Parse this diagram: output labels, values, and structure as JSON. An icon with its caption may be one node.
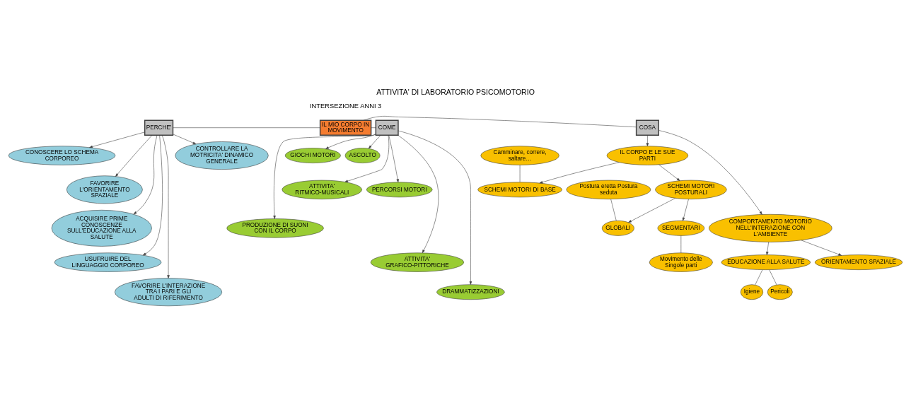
{
  "diagram": {
    "title": "ATTIVITA' DI LABORATORIO PSICOMOTORIO",
    "labels": [
      "INTERSEZIONE ANNI 3"
    ],
    "nodes": [
      {
        "text": [
          "IL MIO CORPO IN MOVIMENTO"
        ]
      },
      {
        "text": [
          "PERCHE'"
        ]
      },
      {
        "text": [
          "COSA"
        ]
      },
      {
        "text": [
          "COME"
        ]
      },
      {
        "text": [
          "CONTROLLARE LA MOTRICITA' DINAMICO GENERALE"
        ]
      },
      {
        "text": [
          "CONOSCERE LO SCHEMA CORPOREO"
        ]
      },
      {
        "text": [
          "FAVORIRE L'ORIENTAMENTO SPAZIALE"
        ]
      },
      {
        "text": [
          "ACQUISIRE PRIME CONOSCENZE SULL'EDUCAZIONE ALLA SALUTE"
        ]
      },
      {
        "text": [
          "USUFRUIRE DEL LINGUAGGIO CORPOREO"
        ]
      },
      {
        "text": [
          "FAVORIRE L'INTERAZIONE TRA I PARI E GLI ADULTI DI RIFERIMENTO"
        ]
      },
      {
        "text": [
          "IL CORPO E LE SUE PARTI"
        ]
      },
      {
        "text": [
          "SCHEMI MOTORI DI BASE"
        ]
      },
      {
        "text": [
          "Camminare, correre, saltare…"
        ]
      },
      {
        "text": [
          "SCHEMI MOTORI POSTURALI"
        ]
      },
      {
        "text": [
          "GLOBALI"
        ]
      },
      {
        "text": [
          "Postura eretta Postura seduta"
        ]
      },
      {
        "text": [
          "SEGMENTARI"
        ]
      },
      {
        "text": [
          "Movimento delle Singole parti"
        ]
      },
      {
        "text": [
          "COMPORTAMENTO MOTORIO NELL'INTERAZIONE CON L'AMBIENTE"
        ]
      },
      {
        "text": [
          "ORIENTAMENTO SPAZIALE"
        ]
      },
      {
        "text": [
          "EDUCAZIONE ALLA SALUTE"
        ]
      },
      {
        "text": [
          "Igiene"
        ]
      },
      {
        "text": [
          "Pericoli"
        ]
      },
      {
        "text": [
          "GIOCHI MOTORI"
        ]
      },
      {
        "text": [
          "ASCOLTO"
        ]
      },
      {
        "text": [
          "ATTIVITA' RITMICO-MUSICALI"
        ]
      },
      {
        "text": [
          "PERCORSI MOTORI"
        ]
      },
      {
        "text": [
          "PRODUZIONE DI SUONI CON IL CORPO"
        ]
      },
      {
        "text": [
          "ATTIVITA' GRAFICO-PITTORICHE"
        ]
      },
      {
        "text": [
          "DRAMMATIZZAZIONI"
        ]
      }
    ],
    "edges": [
      {
        "from": 1,
        "to": 0,
        "arrow": "none"
      },
      {
        "from": 0,
        "to": 2,
        "arrow": "none"
      },
      {
        "from": 0,
        "to": 3,
        "arrow": "none"
      },
      {
        "from": 1,
        "to": 4,
        "arrow": "to"
      },
      {
        "from": 1,
        "to": 5,
        "arrow": "to"
      },
      {
        "from": 1,
        "to": 6,
        "arrow": "to"
      },
      {
        "from": 1,
        "to": 7,
        "arrow": "to"
      },
      {
        "from": 1,
        "to": 8,
        "arrow": "to"
      },
      {
        "from": 1,
        "to": 9,
        "arrow": "to"
      },
      {
        "from": 2,
        "to": 10,
        "arrow": "to"
      },
      {
        "from": 10,
        "to": 11,
        "arrow": "to"
      },
      {
        "from": 12,
        "to": 11,
        "arrow": "none"
      },
      {
        "from": 10,
        "to": 13,
        "arrow": "to"
      },
      {
        "from": 13,
        "to": 14,
        "arrow": "to"
      },
      {
        "from": 15,
        "to": 14,
        "arrow": "none"
      },
      {
        "from": 13,
        "to": 16,
        "arrow": "to"
      },
      {
        "from": 16,
        "to": 17,
        "arrow": "none"
      },
      {
        "from": 2,
        "to": 18,
        "arrow": "to"
      },
      {
        "from": 18,
        "to": 19,
        "arrow": "to"
      },
      {
        "from": 18,
        "to": 20,
        "arrow": "to"
      },
      {
        "from": 20,
        "to": 21,
        "arrow": "none"
      },
      {
        "from": 20,
        "to": 22,
        "arrow": "none"
      },
      {
        "from": 3,
        "to": 23,
        "arrow": "to"
      },
      {
        "from": 3,
        "to": 24,
        "arrow": "to"
      },
      {
        "from": 3,
        "to": 27,
        "arrow": "to"
      },
      {
        "from": 3,
        "to": 28,
        "arrow": "to"
      },
      {
        "from": 3,
        "to": 25,
        "arrow": "to"
      },
      {
        "from": 3,
        "to": 29,
        "arrow": "to"
      },
      {
        "from": 3,
        "to": 26,
        "arrow": "to"
      }
    ]
  }
}
